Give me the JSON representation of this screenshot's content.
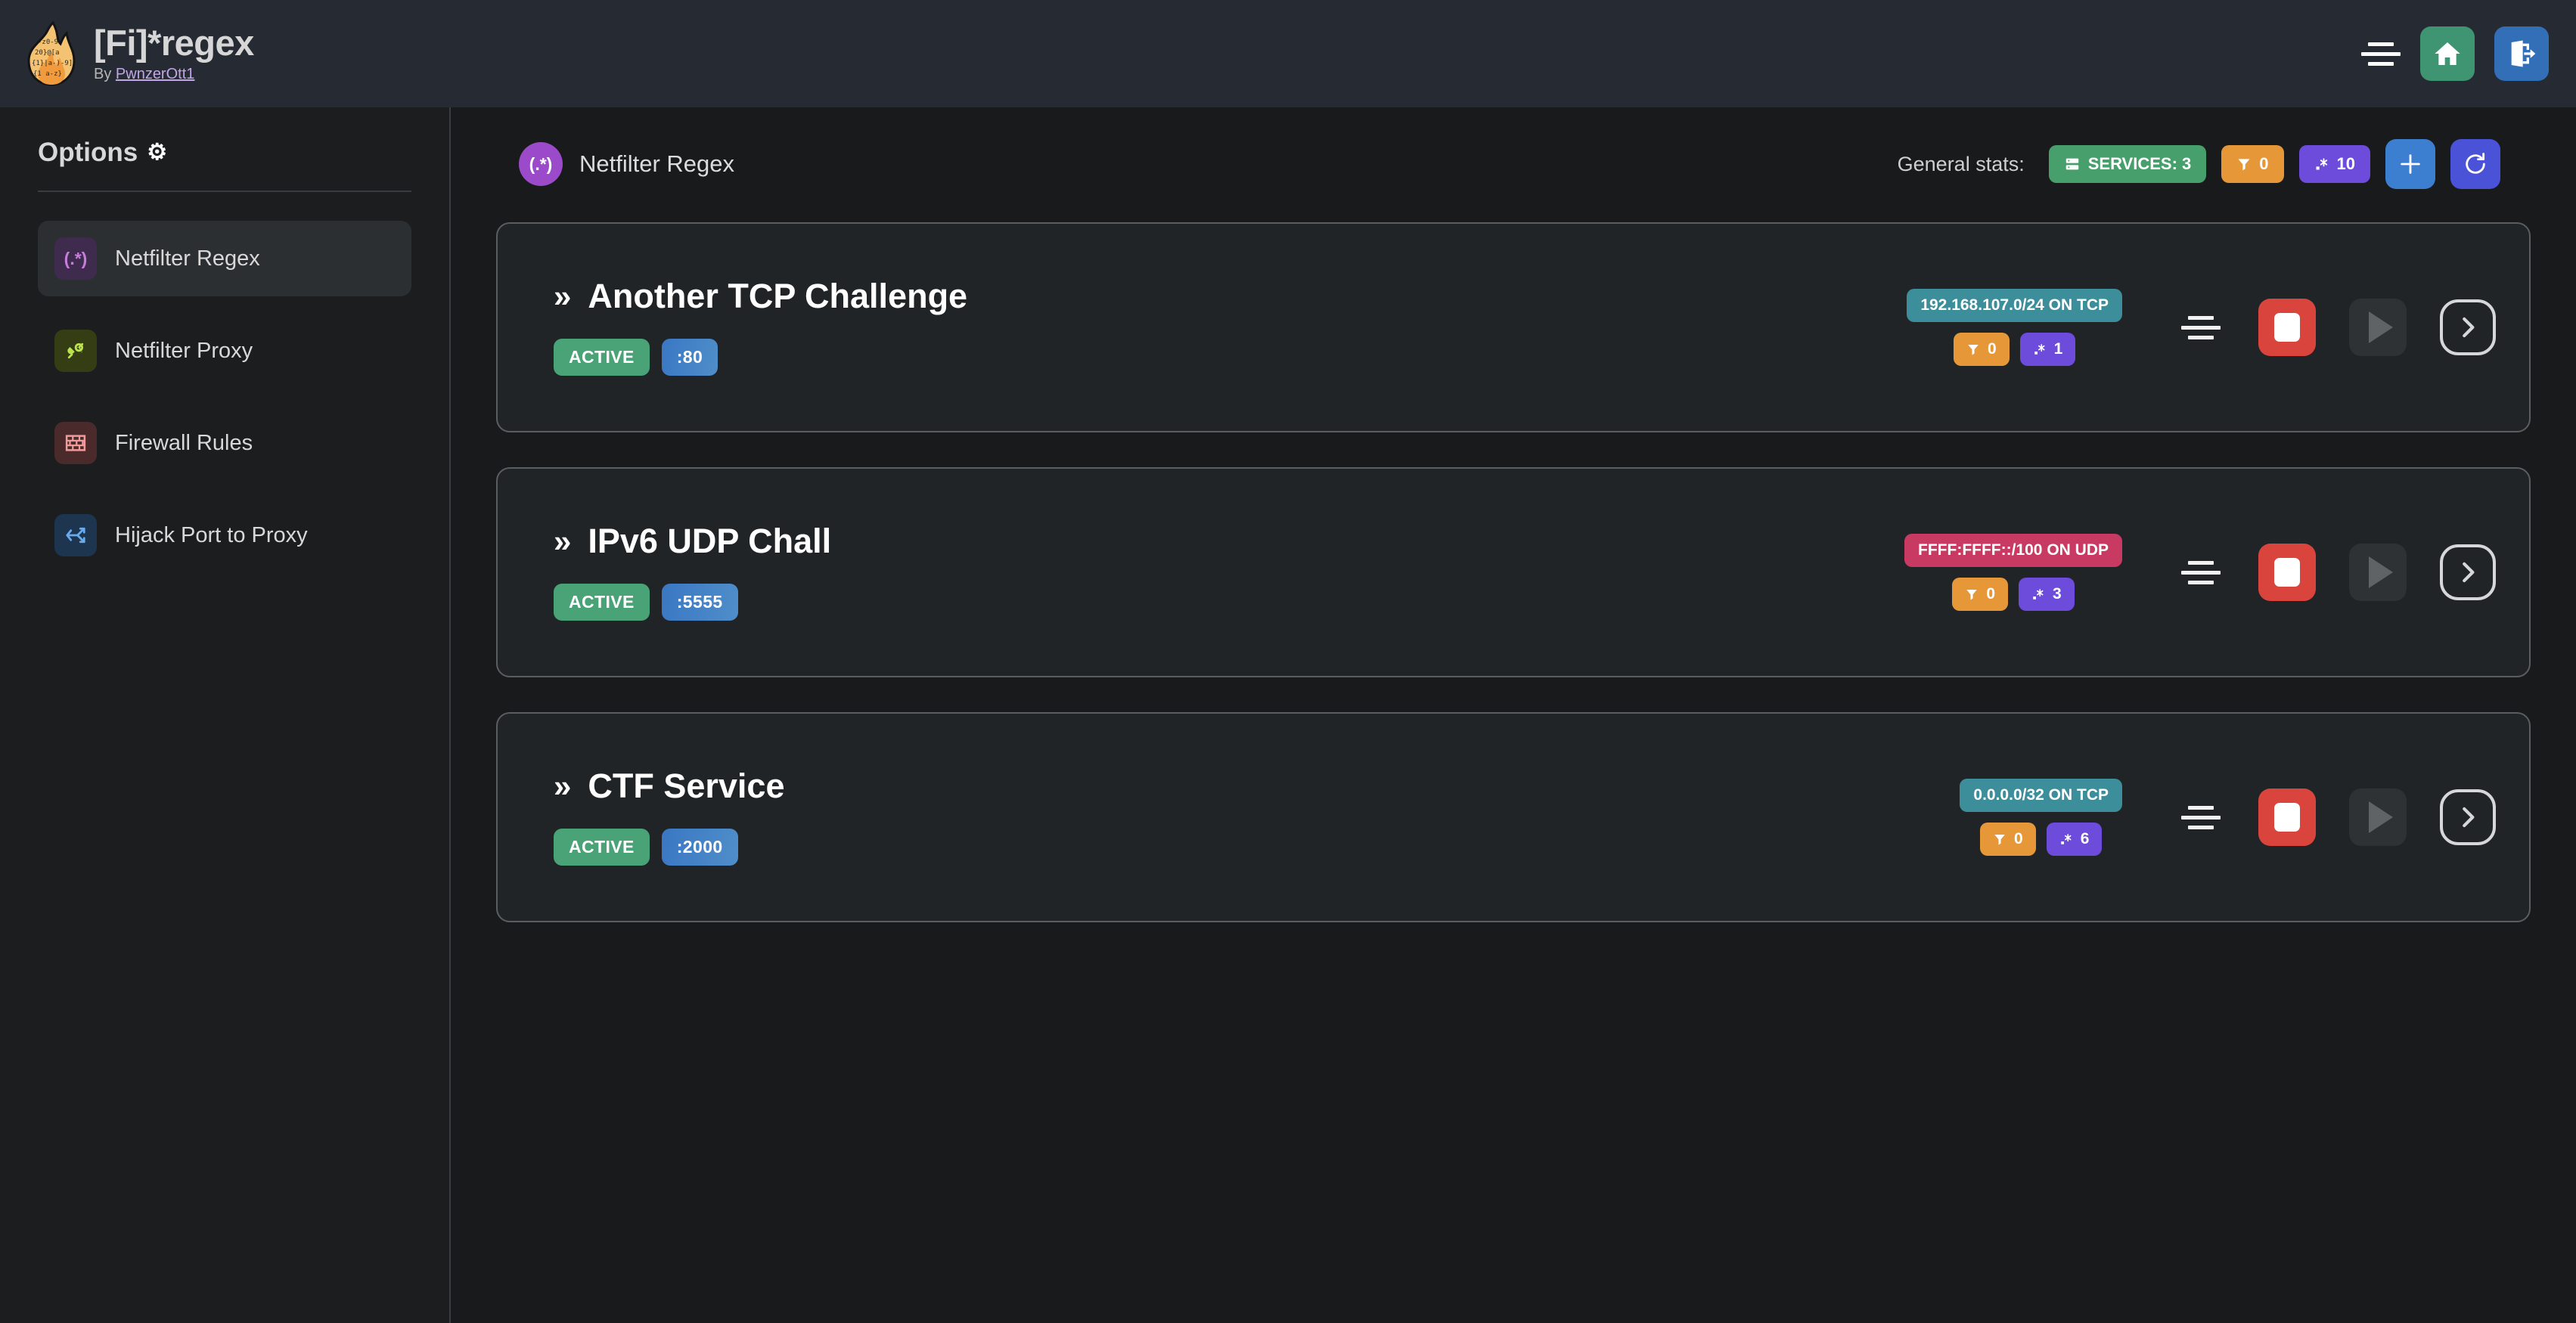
{
  "header": {
    "title": "[Fi]*regex",
    "by_prefix": "By ",
    "author": "PwnzerOtt1",
    "logo_icon": "flame-logo",
    "menu_icon": "hamburger-icon",
    "home_icon": "home-icon",
    "logout_icon": "logout-icon",
    "home_color": "#3f9471",
    "logout_color": "#336fb7"
  },
  "sidebar": {
    "title": "Options",
    "gear_glyph": "⚙",
    "items": [
      {
        "label": "Netfilter Regex",
        "icon": "regex-icon",
        "glyph": "(.*)",
        "active": true
      },
      {
        "label": "Netfilter Proxy",
        "icon": "plug-icon",
        "glyph": "⎇",
        "active": false
      },
      {
        "label": "Firewall Rules",
        "icon": "brick-wall-icon",
        "glyph": "▦",
        "active": false
      },
      {
        "label": "Hijack Port to Proxy",
        "icon": "route-fork-icon",
        "glyph": "⎇",
        "active": false
      }
    ]
  },
  "main": {
    "section_icon": "regex-icon",
    "section_icon_glyph": "(.*)",
    "section_title": "Netfilter Regex",
    "stats_label": "General stats:",
    "stats": [
      {
        "name": "services-chip",
        "icon": "server-icon",
        "label": "SERVICES: 3",
        "color": "#47a06c"
      },
      {
        "name": "filters-chip",
        "icon": "funnel-icon",
        "label": "0",
        "color": "#e69839"
      },
      {
        "name": "regex-chip",
        "icon": "regex-dot-star-icon",
        "label": "10",
        "color": "#6d4bdb"
      }
    ],
    "add_button_icon": "plus-icon",
    "refresh_button_icon": "refresh-icon"
  },
  "services": [
    {
      "name": "Another TCP Challenge",
      "chevron": "»",
      "status": "ACTIVE",
      "port": ":80",
      "network": "192.168.107.0/24 ON TCP",
      "network_color": "teal",
      "filters": "0",
      "regexes": "1",
      "drag_icon": "reorder-icon",
      "stop_icon": "stop-icon",
      "play_icon": "play-icon",
      "open_icon": "chevron-right-icon"
    },
    {
      "name": "IPv6 UDP Chall",
      "chevron": "»",
      "status": "ACTIVE",
      "port": ":5555",
      "network": "FFFF:FFFF::/100 ON UDP",
      "network_color": "pink",
      "filters": "0",
      "regexes": "3",
      "drag_icon": "reorder-icon",
      "stop_icon": "stop-icon",
      "play_icon": "play-icon",
      "open_icon": "chevron-right-icon"
    },
    {
      "name": "CTF Service",
      "chevron": "»",
      "status": "ACTIVE",
      "port": ":2000",
      "network": "0.0.0.0/32 ON TCP",
      "network_color": "teal",
      "filters": "0",
      "regexes": "6",
      "drag_icon": "reorder-icon",
      "stop_icon": "stop-icon",
      "play_icon": "play-icon",
      "open_icon": "chevron-right-icon"
    }
  ]
}
